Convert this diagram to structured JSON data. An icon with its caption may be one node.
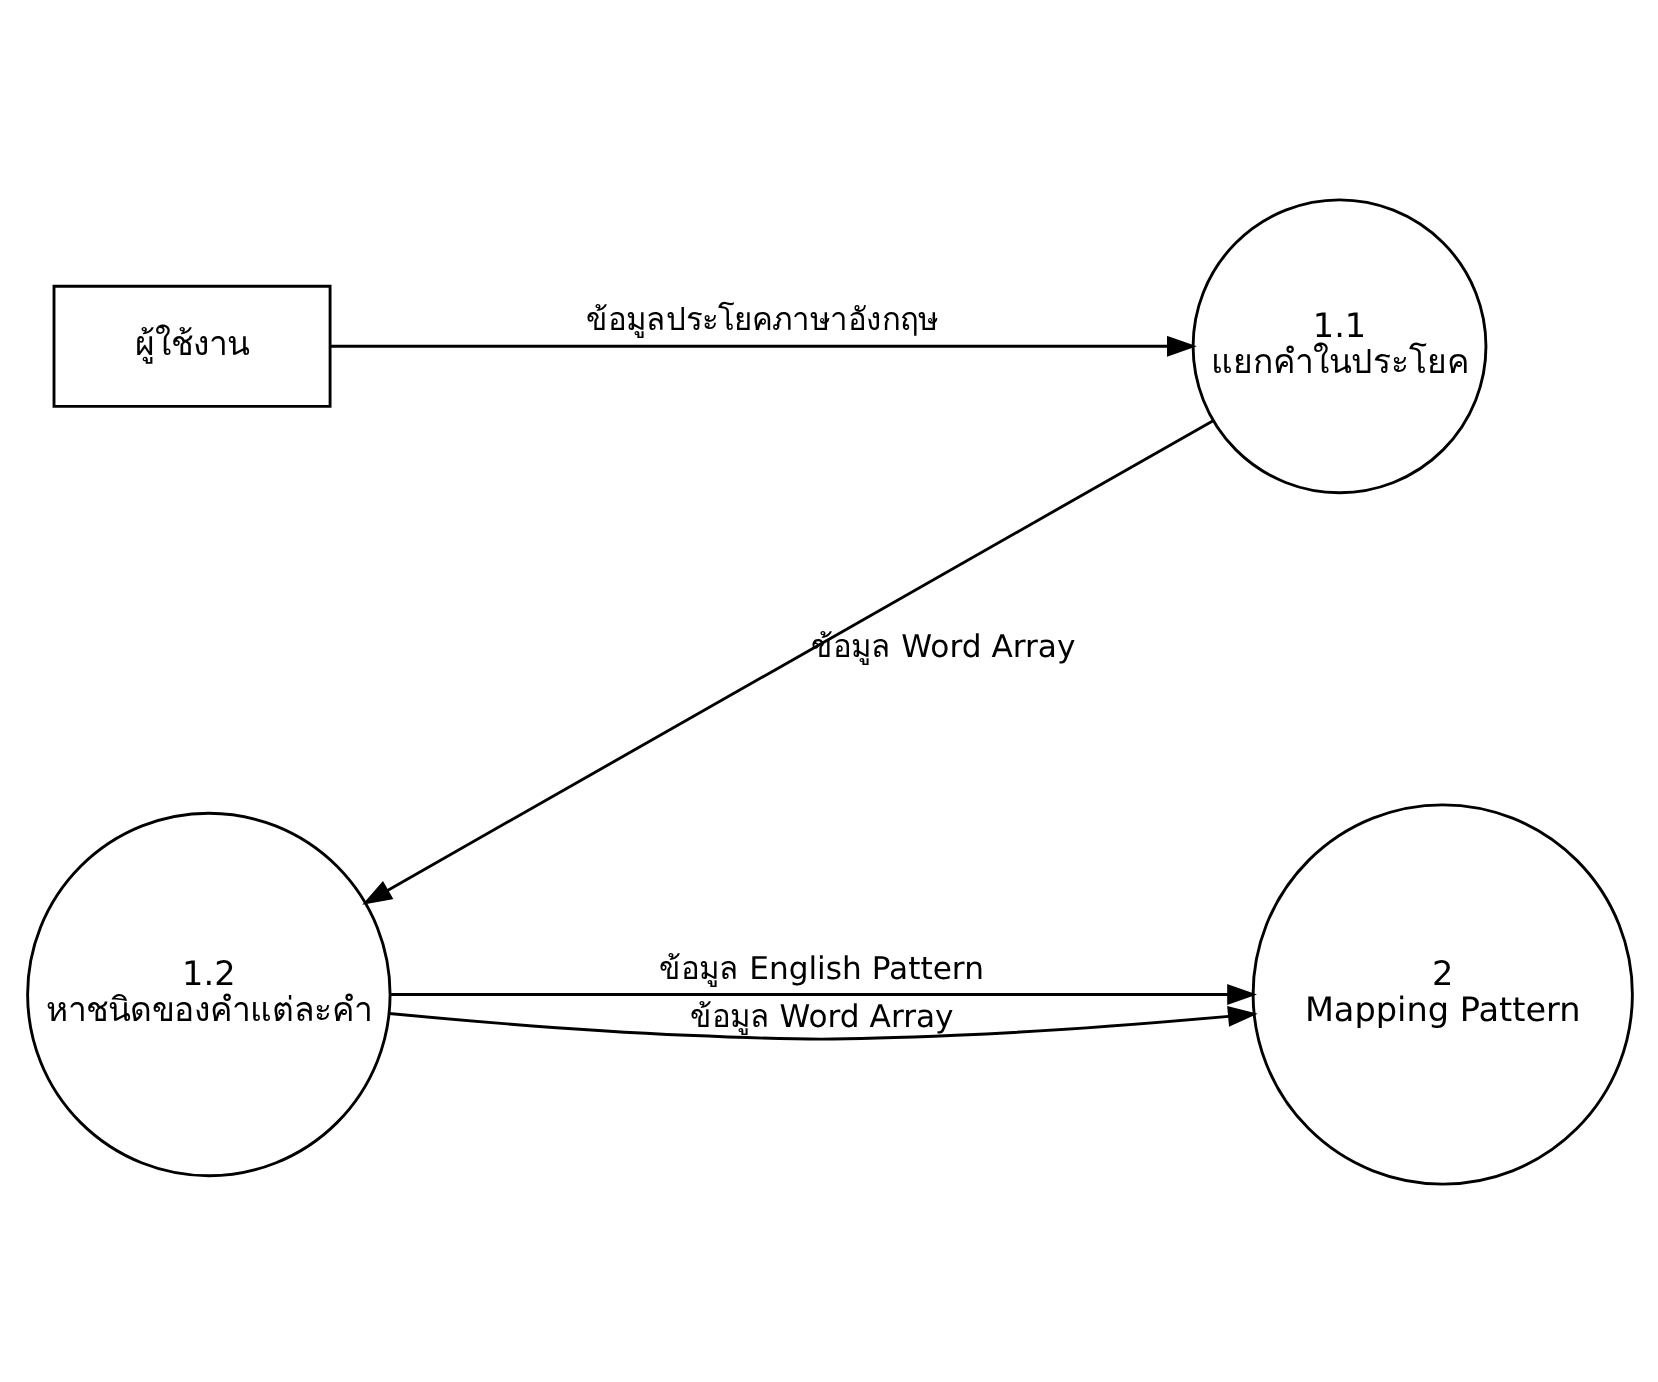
{
  "diagram": {
    "nodes": [
      {
        "text": [
          "ผู้ใช้งาน"
        ]
      },
      {
        "text": [
          "1.1",
          "แยกคำในประโยค"
        ]
      },
      {
        "text": [
          "1.2",
          "หาชนิดของคำแต่ละคำ"
        ]
      },
      {
        "text": [
          "2",
          "Mapping Pattern"
        ]
      }
    ],
    "edges": [
      {
        "from": 0,
        "to": 1,
        "arrow": "to",
        "label": "ข้อมูลประโยคภาษาอังกฤษ"
      },
      {
        "from": 1,
        "to": 2,
        "arrow": "to",
        "label": "ข้อมูล Word Array"
      },
      {
        "from": 2,
        "to": 3,
        "arrow": "to",
        "label": "ข้อมูล Word Array"
      },
      {
        "from": 2,
        "to": 3,
        "arrow": "to",
        "label": "ข้อมูล English Pattern"
      }
    ]
  }
}
